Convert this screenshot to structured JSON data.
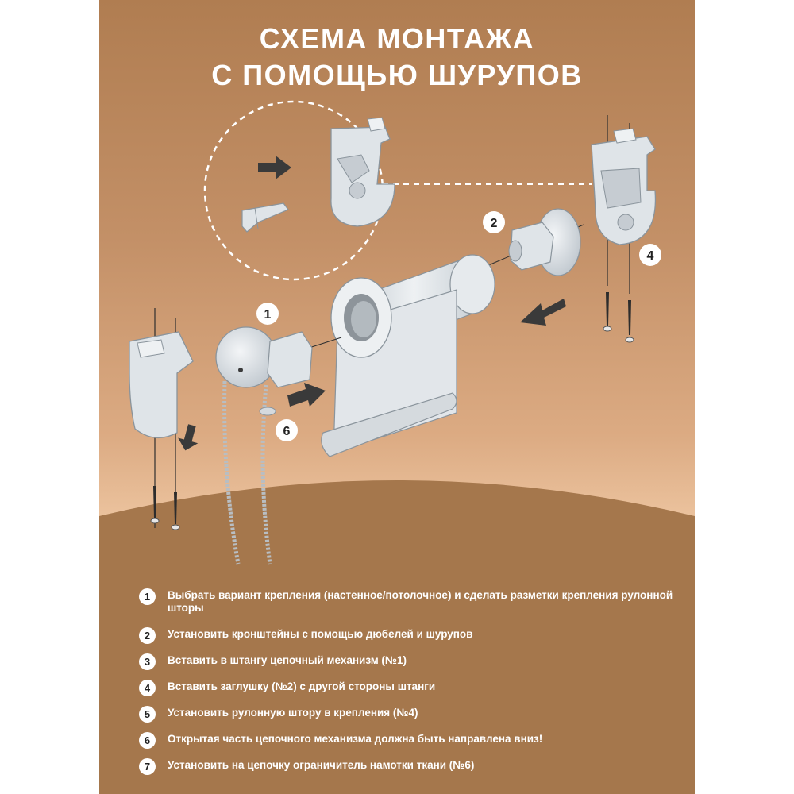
{
  "title": {
    "line1": "СХЕМА МОНТАЖА",
    "line2": "С ПОМОЩЬЮ ШУРУПОВ"
  },
  "callouts": [
    "1",
    "2",
    "4",
    "6"
  ],
  "steps": [
    {
      "num": "1",
      "text": "Выбрать вариант крепления (настенное/потолочное) и сделать разметки крепления рулонной шторы"
    },
    {
      "num": "2",
      "text": "Установить кронштейны с помощью дюбелей и шурупов"
    },
    {
      "num": "3",
      "text": "Вставить в штангу цепочный механизм (№1)"
    },
    {
      "num": "4",
      "text": "Вставить заглушку (№2) с другой стороны штанги"
    },
    {
      "num": "5",
      "text": "Установить рулонную штору в крепления (№4)"
    },
    {
      "num": "6",
      "text": "Открытая часть цепочного механизма должна быть направлена вниз!"
    },
    {
      "num": "7",
      "text": "Установить на цепочку ограничитель намотки ткани (№6)"
    }
  ],
  "colors": {
    "background_top": "#b07d51",
    "background_mid": "#dcab83",
    "bottom_band": "#a5774c",
    "parts": "#dfe4e8",
    "outline": "#8a949c",
    "text": "#ffffff"
  }
}
